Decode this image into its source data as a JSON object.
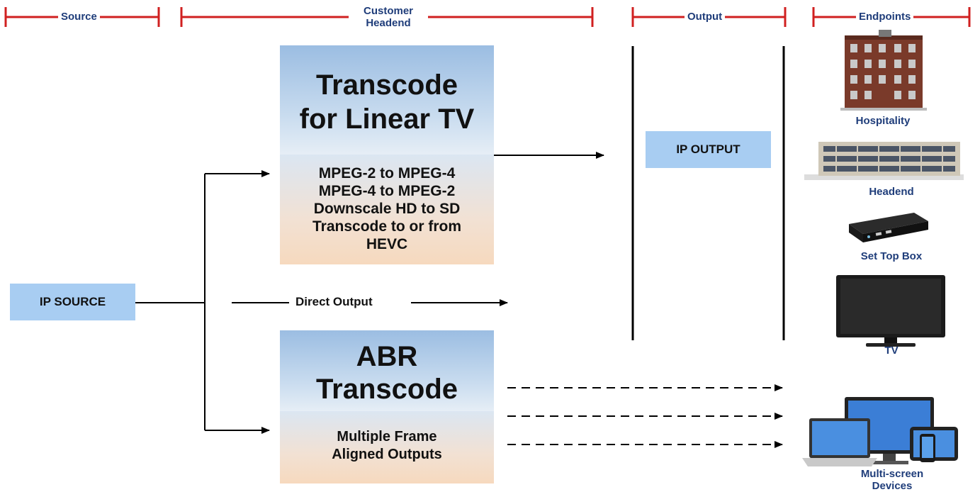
{
  "header": {
    "source": "Source",
    "headend_line1": "Customer",
    "headend_line2": "Headend",
    "output": "Output",
    "endpoints": "Endpoints"
  },
  "ip_source": "IP SOURCE",
  "transcode_linear": {
    "title_line1": "Transcode",
    "title_line2": "for Linear TV",
    "items": [
      "MPEG-2 to MPEG-4",
      "MPEG-4 to MPEG-2",
      "Downscale HD to SD",
      "Transcode to or from",
      "HEVC"
    ]
  },
  "direct_output": "Direct Output",
  "abr": {
    "title_line1": "ABR",
    "title_line2": "Transcode",
    "desc_line1": "Multiple Frame",
    "desc_line2": "Aligned Outputs"
  },
  "ip_output": "IP OUTPUT",
  "endpoints": {
    "hospitality": "Hospitality",
    "headend": "Headend",
    "set_top_box": "Set Top Box",
    "tv": "TV",
    "multiscreen_line1": "Multi-screen",
    "multiscreen_line2": "Devices"
  },
  "colors": {
    "header_bracket": "#d02020",
    "header_text": "#1f3d7a",
    "label_blue": "#a8cdf2",
    "box_top": "#9bbde2",
    "box_bottom": "#f6d9be"
  },
  "icons": [
    "building-icon",
    "headend-building-icon",
    "set-top-box-icon",
    "tv-icon",
    "multiscreen-devices-icon"
  ]
}
